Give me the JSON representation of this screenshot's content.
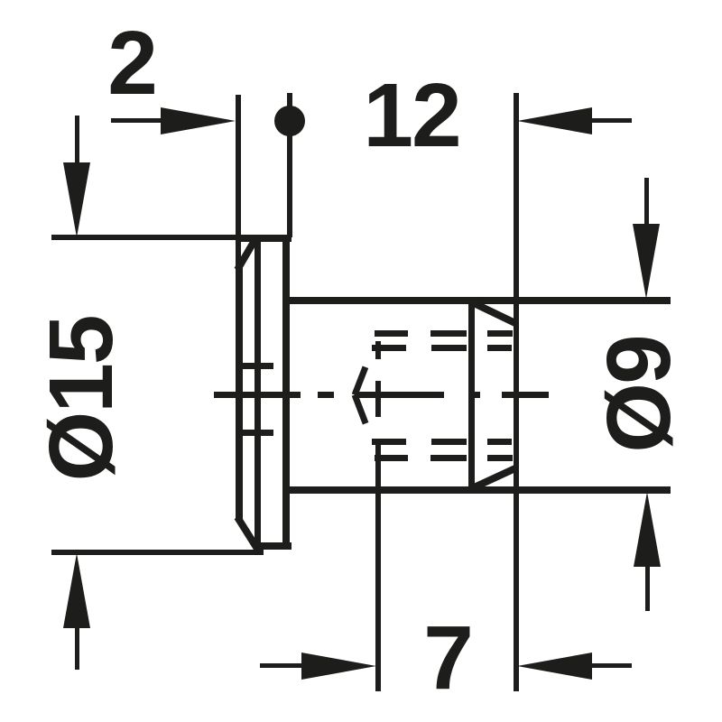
{
  "drawing": {
    "type": "technical-dimension-drawing",
    "ink_color": "#1d1d1b",
    "background_color": "#ffffff",
    "labels": {
      "flange_thickness": "2",
      "body_length": "12",
      "thread_length": "7",
      "flange_diameter": "Ø15",
      "body_diameter": "Ø9"
    }
  }
}
